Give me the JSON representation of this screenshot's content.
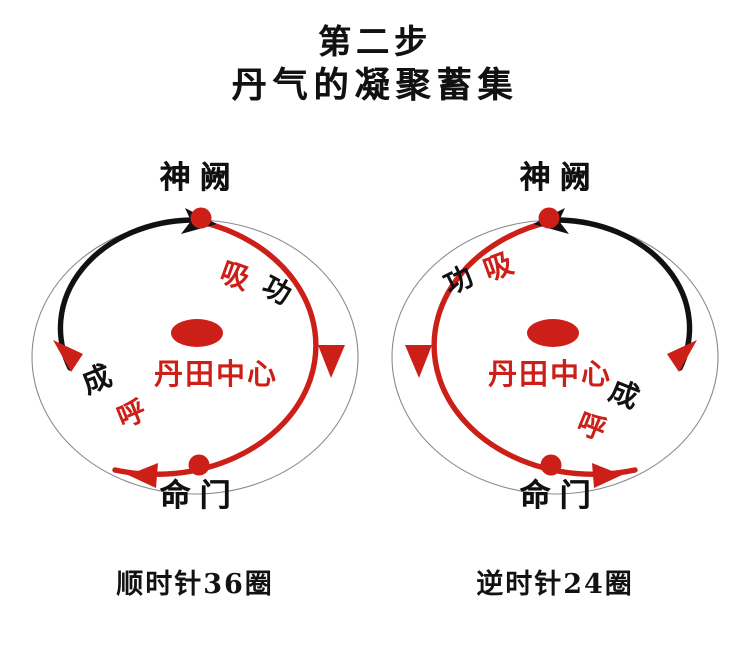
{
  "title": {
    "line1": "第二步",
    "line2": "丹气的凝聚蓄集"
  },
  "colors": {
    "red": "#cc1f18",
    "black": "#111111",
    "outer_ellipse": "#8a8a8a",
    "background": "#ffffff"
  },
  "diagrams": [
    {
      "id": "left",
      "direction": "clockwise",
      "top_point_label": "神阙",
      "bottom_point_label": "命门",
      "center_label": "丹田中心",
      "inhale_label": "吸",
      "gong_label": "功",
      "exhale_label": "呼",
      "cheng_label": "成",
      "caption": "顺时针36圈"
    },
    {
      "id": "right",
      "direction": "counterclockwise",
      "top_point_label": "神阙",
      "bottom_point_label": "命门",
      "center_label": "丹田中心",
      "inhale_label": "吸",
      "gong_label": "功",
      "exhale_label": "呼",
      "cheng_label": "成",
      "caption": "逆时针24圈"
    }
  ]
}
